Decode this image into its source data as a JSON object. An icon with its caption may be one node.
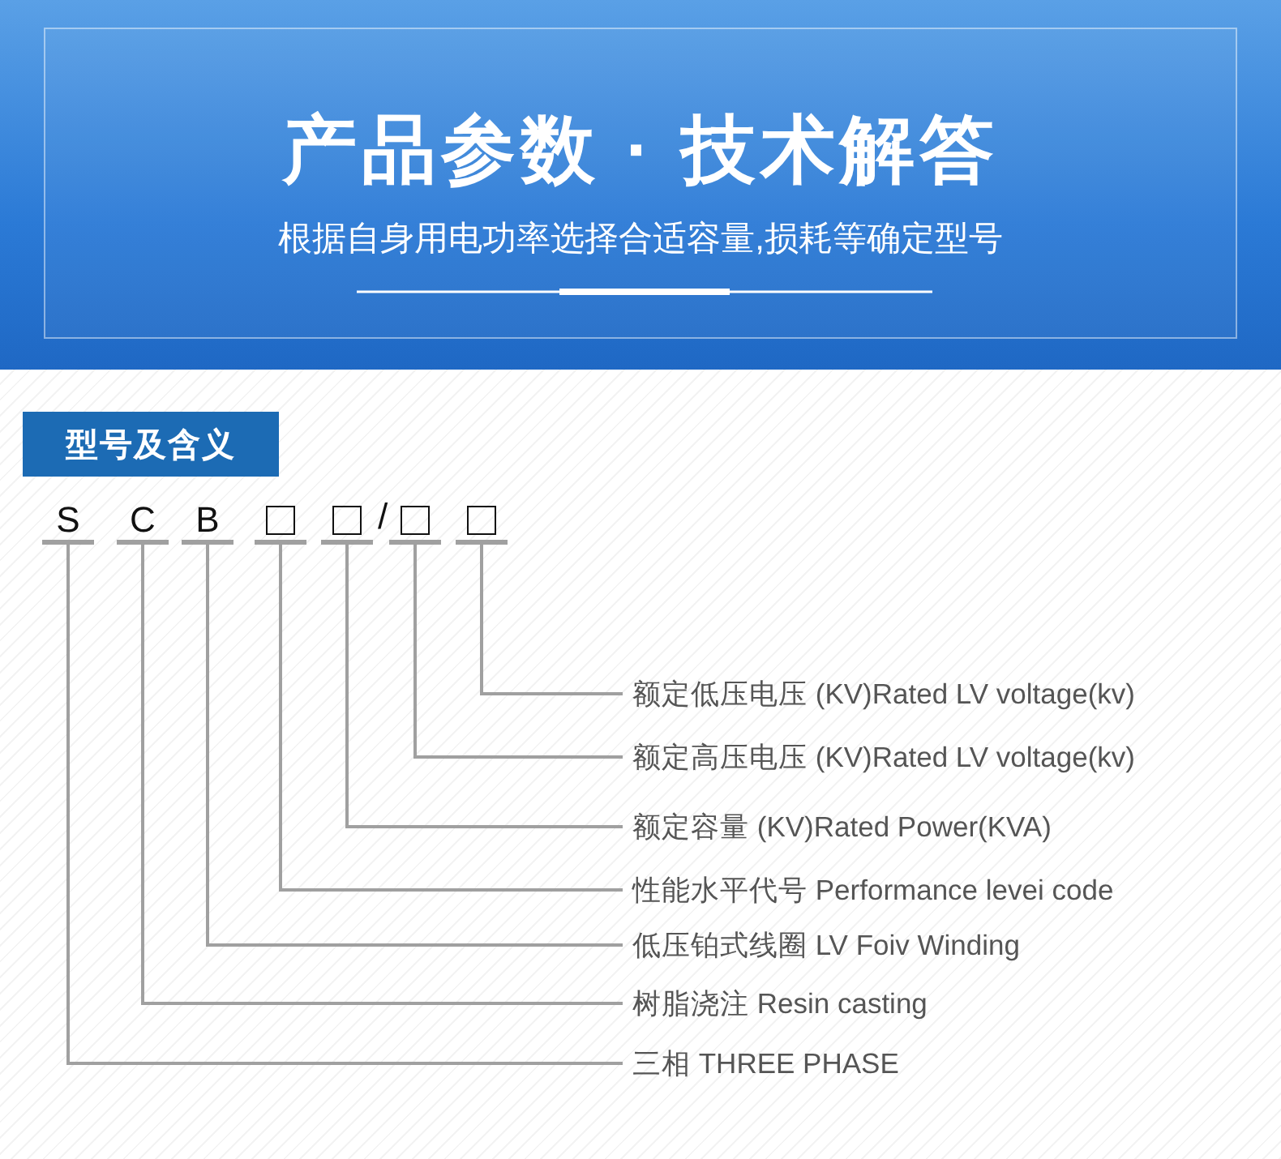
{
  "diagram": {
    "title": "产品参数 · 技术解答",
    "nodes": [
      {
        "text": [
          "型号及含义"
        ]
      },
      {
        "text": [
          "S"
        ]
      },
      {
        "text": [
          "C"
        ]
      },
      {
        "text": [
          "B"
        ]
      },
      {
        "text": [],
        "shape": "box"
      },
      {
        "text": [],
        "shape": "box"
      },
      {
        "text": [],
        "shape": "box"
      },
      {
        "text": [],
        "shape": "box"
      },
      {
        "text": [
          "额定低压电压 (KV)Rated LV voltage(kv)"
        ]
      },
      {
        "text": [
          "额定高压电压 (KV)Rated LV voltage(kv)"
        ]
      },
      {
        "text": [
          "额定容量 (KV)Rated Power(KVA)"
        ]
      },
      {
        "text": [
          "性能水平代号 Performance levei code"
        ]
      },
      {
        "text": [
          "低压铂式线圈 LV Foiv Winding"
        ]
      },
      {
        "text": [
          "树脂浇注 Resin casting"
        ]
      },
      {
        "text": [
          "三相 THREE PHASE"
        ]
      }
    ],
    "edges": [
      {
        "from": 8,
        "to": 7,
        "arrow": "none"
      },
      {
        "from": 9,
        "to": 6,
        "arrow": "none"
      },
      {
        "from": 10,
        "to": 5,
        "arrow": "none"
      },
      {
        "from": 11,
        "to": 4,
        "arrow": "none"
      },
      {
        "from": 12,
        "to": 3,
        "arrow": "none"
      },
      {
        "from": 13,
        "to": 2,
        "arrow": "none"
      },
      {
        "from": 14,
        "to": 1,
        "arrow": "none"
      }
    ],
    "labels": [
      "根据自身用电功率选择合适容量,损耗等确定型号",
      "/"
    ]
  }
}
